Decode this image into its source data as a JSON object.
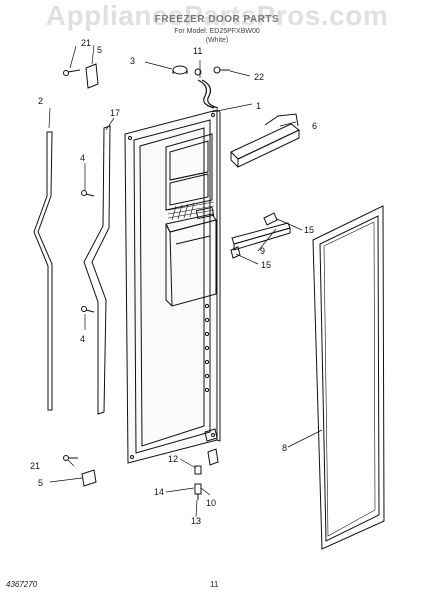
{
  "header": {
    "watermark": "AppliancePartsPros.com",
    "title": "FREEZER DOOR PARTS",
    "model_line": "For Model: ED25PFXBW00",
    "color_line": "(White)"
  },
  "footer": {
    "doc_number": "4367270",
    "page_number": "11"
  },
  "callouts": {
    "c1": "1",
    "c2": "2",
    "c3": "3",
    "c4a": "4",
    "c4b": "4",
    "c5a": "5",
    "c5b": "5",
    "c6": "6",
    "c8": "8",
    "c9": "9",
    "c10": "10",
    "c11": "11",
    "c12": "12",
    "c13": "13",
    "c14": "14",
    "c15a": "15",
    "c15b": "15",
    "c17": "17",
    "c21a": "21",
    "c21b": "21",
    "c22": "22"
  }
}
